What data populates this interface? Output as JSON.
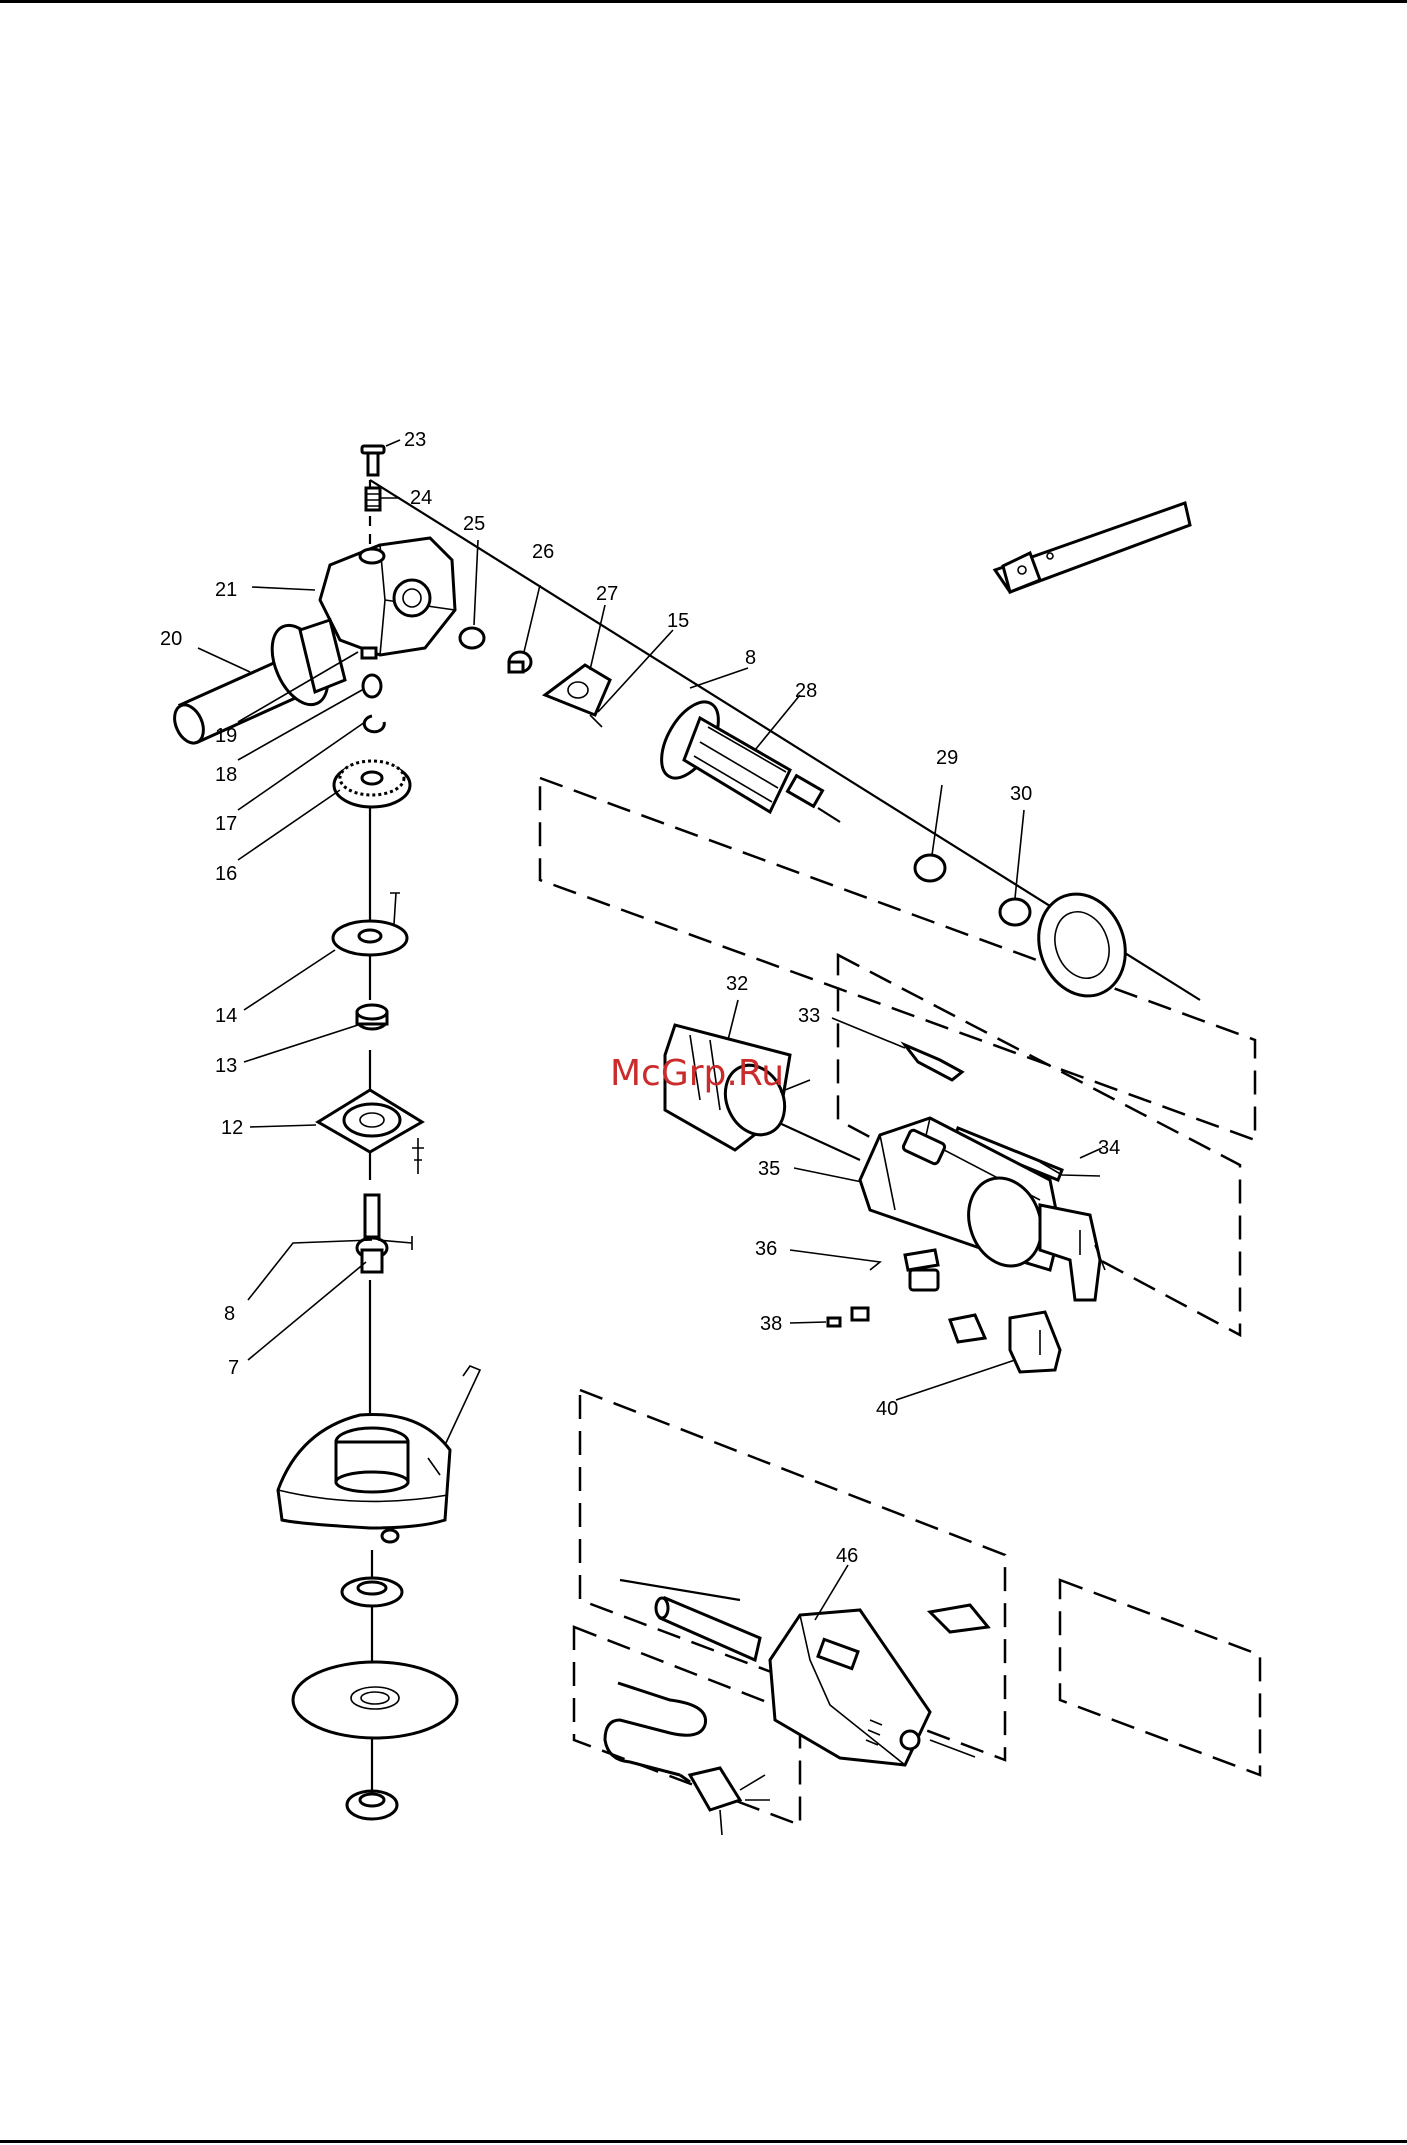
{
  "diagram": {
    "part_labels": [
      "23",
      "24",
      "25",
      "26",
      "27",
      "15",
      "8",
      "28",
      "21",
      "20",
      "19",
      "18",
      "17",
      "16",
      "14",
      "13",
      "12",
      "8",
      "7",
      "29",
      "30",
      "32",
      "33",
      "34",
      "35",
      "36",
      "38",
      "40",
      "46"
    ],
    "watermark": "McGrp.Ru"
  }
}
